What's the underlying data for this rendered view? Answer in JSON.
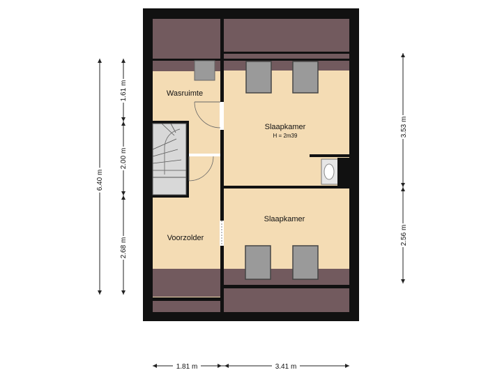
{
  "rooms": [
    {
      "id": "wasruimte",
      "label": "Wasruimte"
    },
    {
      "id": "slaapkamer_1",
      "label": "Slaapkamer",
      "height_note": "H = 2m39"
    },
    {
      "id": "slaapkamer_2",
      "label": "Slaapkamer"
    },
    {
      "id": "voorzolder",
      "label": "Voorzolder"
    }
  ],
  "dimensions": {
    "left_total": "6.40 m",
    "left_top": "1.61 m",
    "left_middle": "2.00 m",
    "left_bottom": "2.68 m",
    "right_top": "3.53 m",
    "right_bottom": "2.56 m",
    "bottom_left": "1.81 m",
    "bottom_right": "3.41 m"
  },
  "colors": {
    "wall": "#111111",
    "floor": "#f4dcb4",
    "low_ceiling": "#725a5e",
    "stair": "#d8d8d8",
    "furniture": "#9a9a9a"
  }
}
